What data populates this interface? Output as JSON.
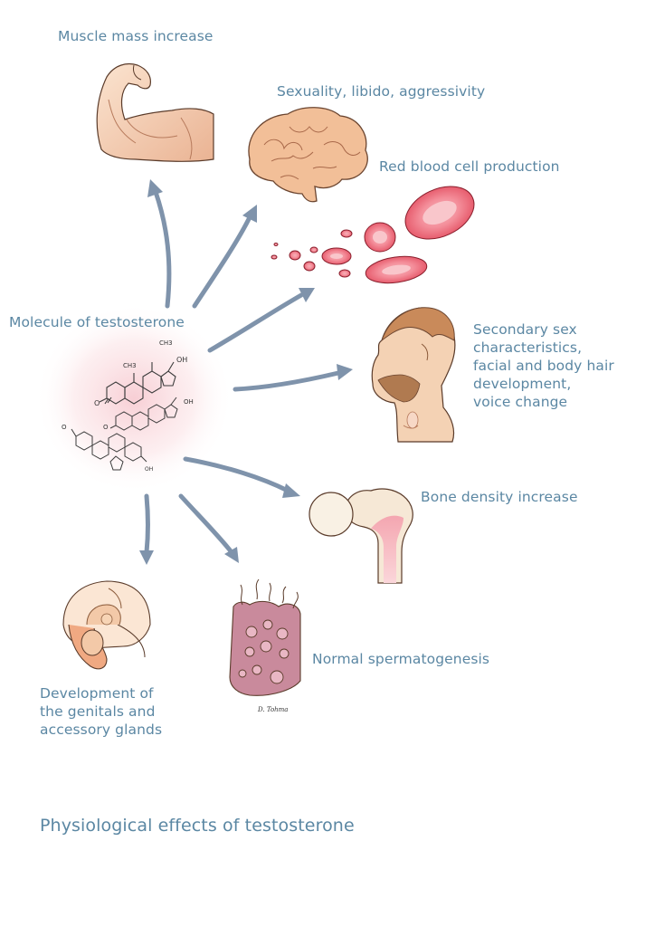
{
  "labels": {
    "muscle": "Muscle mass increase",
    "sexuality": "Sexuality, libido, aggressivity",
    "rbc": "Red blood cell production",
    "molecule": "Molecule of testosterone",
    "secondary": "Secondary sex\ncharacteristics,\nfacial and body hair\ndevelopment,\nvoice change",
    "bone": "Bone density increase",
    "sperm": "Normal spermatogenesis",
    "genitals": "Development of\nthe genitals and\naccessory glands",
    "title": "Physiological effects of testosterone"
  },
  "chem": {
    "oh": "OH",
    "ch3": "CH3",
    "o": "O"
  },
  "signature": "D. Tohma",
  "colors": {
    "label": "#5b87a3",
    "arrow": "#7f93ab",
    "skin": "#f4d2b4",
    "skin_shade": "#e8a98a",
    "rbc": "#e75d6e",
    "rbc_light": "#f7b2b9",
    "sperm_tissue": "#c98a9c",
    "glow": "#f7c9d0"
  }
}
